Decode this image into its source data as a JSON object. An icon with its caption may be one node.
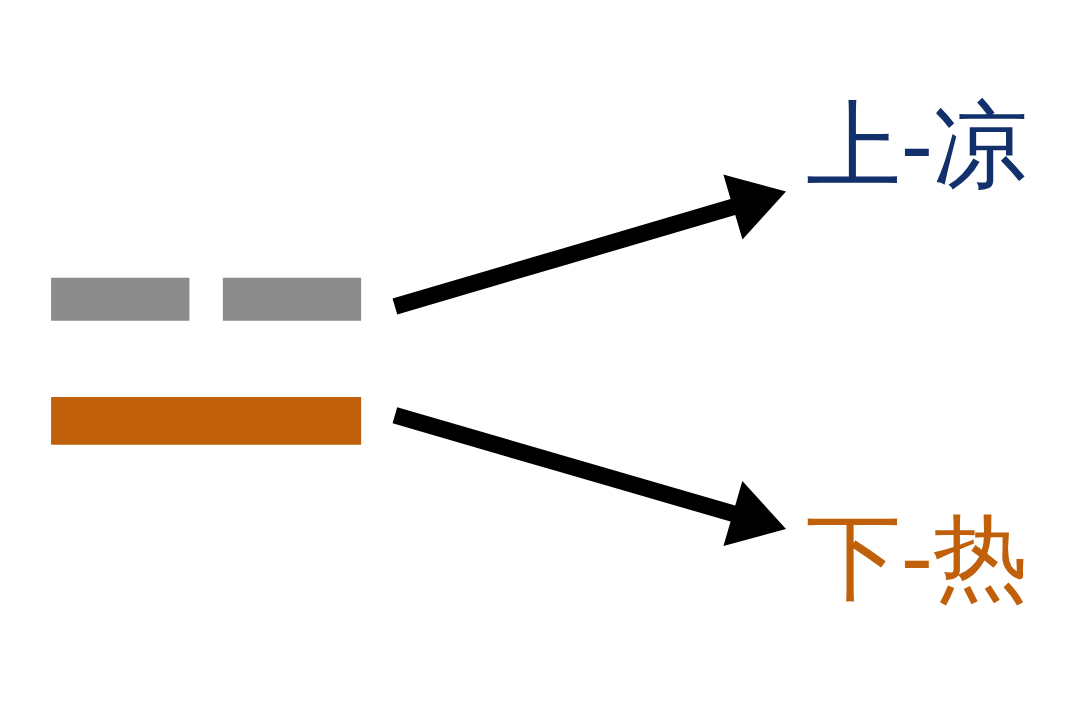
{
  "diagram": {
    "nodes": [
      {
        "text": [],
        "shape": "picture"
      },
      {
        "text": [
          "上-凉"
        ]
      },
      {
        "text": [
          "下-热"
        ]
      }
    ],
    "edges": [
      {
        "from": 0,
        "to": 1,
        "arrow": "to"
      },
      {
        "from": 0,
        "to": 2,
        "arrow": "to"
      }
    ]
  }
}
